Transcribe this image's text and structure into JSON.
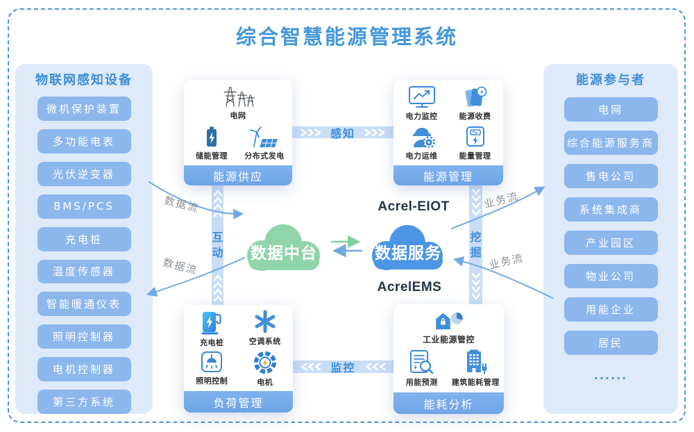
{
  "title": "综合智慧能源管理系统",
  "left_panel": {
    "title": "物联网感知设备",
    "items": [
      "微机保护装置",
      "多功能电表",
      "光伏逆变器",
      "BMS/PCS",
      "充电桩",
      "温度传感器",
      "智能暖通仪表",
      "照明控制器",
      "电机控制器",
      "第三方系统"
    ]
  },
  "right_panel": {
    "title": "能源参与者",
    "items": [
      "电网",
      "综合能源服务商",
      "售电公司",
      "系统集成商",
      "产业园区",
      "物业公司",
      "用能企业",
      "居民"
    ],
    "more": "......"
  },
  "cards": [
    {
      "id": "energy-supply",
      "footer": "能源供应",
      "icons": [
        {
          "name": "power-grid-icon",
          "label": "电网"
        },
        {
          "name": "battery-storage-icon",
          "label": "储能管理"
        },
        {
          "name": "distributed-generation-icon",
          "label": "分布式发电"
        }
      ]
    },
    {
      "id": "energy-management",
      "footer": "能源管理",
      "icons": [
        {
          "name": "power-monitoring-icon",
          "label": "电力监控"
        },
        {
          "name": "energy-billing-icon",
          "label": "能源收费"
        },
        {
          "name": "power-operation-icon",
          "label": "电力运维"
        },
        {
          "name": "energy-meter-icon",
          "label": "能量管理"
        }
      ]
    },
    {
      "id": "load-management",
      "footer": "负荷管理",
      "icons": [
        {
          "name": "ev-charger-icon",
          "label": "充电桩"
        },
        {
          "name": "hvac-icon",
          "label": "空调系统"
        },
        {
          "name": "lighting-control-icon",
          "label": "照明控制"
        },
        {
          "name": "motor-icon",
          "label": "电机"
        }
      ]
    },
    {
      "id": "energy-analysis",
      "footer": "能耗分析",
      "icons": [
        {
          "name": "industrial-energy-icon",
          "label": "工业能源管控"
        },
        {
          "name": "energy-forecast-icon",
          "label": "用能预测"
        },
        {
          "name": "building-energy-icon",
          "label": "建筑能耗管理"
        }
      ]
    }
  ],
  "clouds": {
    "data_platform": {
      "label": "数据中台",
      "color": "#90D4A9"
    },
    "data_service": {
      "label": "数据服务",
      "color": "#4C95E5",
      "top_caption": "Acrel-EIOT",
      "bottom_caption": "AcrelEMS"
    }
  },
  "flow_bands": {
    "top": "感知",
    "bottom": "监控",
    "left": "互动",
    "right": "挖掘"
  },
  "curve_labels": {
    "data_flow_upper": "数据流",
    "data_flow_lower": "数据流",
    "business_flow_upper": "业务流",
    "business_flow_lower": "业务流"
  },
  "colors": {
    "accent_blue": "#3D8ED9",
    "pill_blue": "#8CB7EC",
    "panel_bg": "#DEEAF9",
    "band_bg": "#C9DDF6",
    "footer_blue": "#76ABE9",
    "cloud_green": "#90D4A9",
    "cloud_blue": "#4C95E5",
    "border_dash": "#4A94DC",
    "curve_blue": "#73A9E3",
    "gray_label": "#8C9196"
  }
}
